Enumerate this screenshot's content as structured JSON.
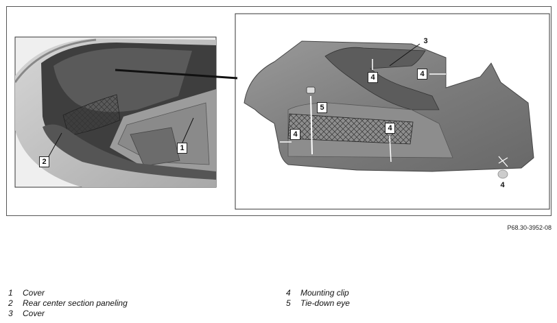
{
  "figure": {
    "callouts": [
      "1",
      "2",
      "3",
      "4",
      "4",
      "4",
      "4",
      "4",
      "5"
    ],
    "reference_code": "P68.30-3952-08"
  },
  "legend": {
    "left": [
      {
        "num": "1",
        "text": "Cover"
      },
      {
        "num": "2",
        "text": "Rear center section paneling"
      },
      {
        "num": "3",
        "text": "Cover"
      }
    ],
    "right": [
      {
        "num": "4",
        "text": "Mounting clip"
      },
      {
        "num": "5",
        "text": "Tie-down eye"
      }
    ]
  }
}
